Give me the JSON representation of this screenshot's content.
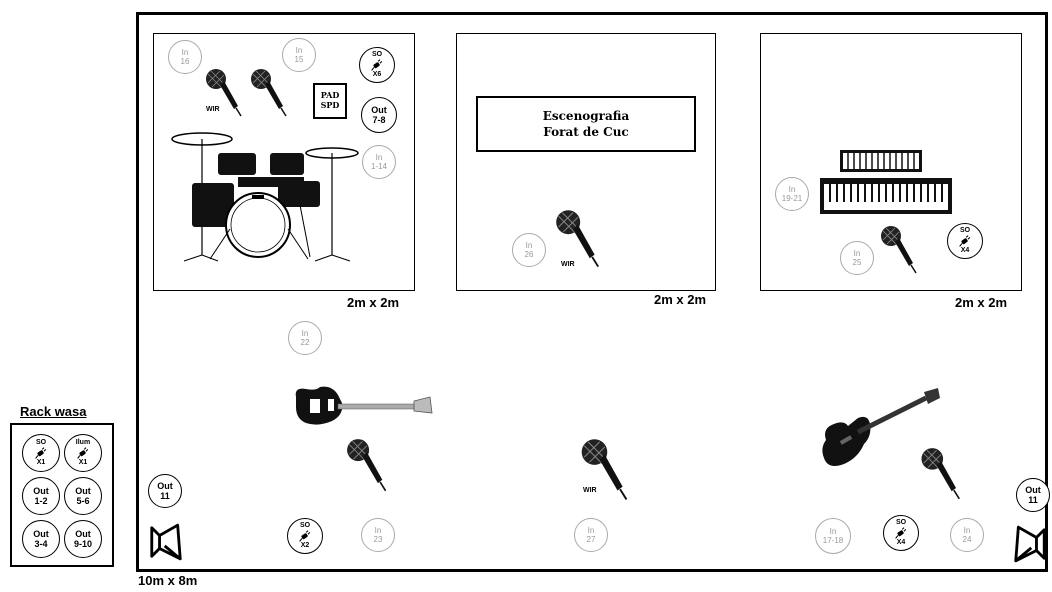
{
  "stage": {
    "size_label": "10m x 8m"
  },
  "risers": {
    "drums": {
      "size_label": "2m x 2m"
    },
    "center": {
      "size_label": "2m x 2m"
    },
    "keys": {
      "size_label": "2m x 2m"
    }
  },
  "scenography": {
    "line1": "Escenografia",
    "line2": "Forat de Cuc"
  },
  "pad": {
    "line1": "PAD",
    "line2": "SPD"
  },
  "wireless_label": "WIR",
  "inputs": {
    "in16": {
      "label": "In",
      "channel": "16"
    },
    "in15": {
      "label": "In",
      "channel": "15"
    },
    "in1_14": {
      "label": "In",
      "channel": "1-14"
    },
    "in26": {
      "label": "In",
      "channel": "26"
    },
    "in19_21": {
      "label": "In",
      "channel": "19-21"
    },
    "in25": {
      "label": "In",
      "channel": "25"
    },
    "in22": {
      "label": "In",
      "channel": "22"
    },
    "in23": {
      "label": "In",
      "channel": "23"
    },
    "in27": {
      "label": "In",
      "channel": "27"
    },
    "in17_18": {
      "label": "In",
      "channel": "17-18"
    },
    "in24": {
      "label": "In",
      "channel": "24"
    }
  },
  "outputs": {
    "out7_8": {
      "label": "Out",
      "channel": "7-8"
    },
    "out11_left": {
      "label": "Out",
      "channel": "11"
    },
    "out11_right": {
      "label": "Out",
      "channel": "11"
    }
  },
  "power": {
    "so_x6": {
      "label": "SO",
      "count": "X6"
    },
    "so_x4_keys": {
      "label": "SO",
      "count": "X4"
    },
    "so_x2": {
      "label": "SO",
      "count": "X2"
    },
    "so_x4_floor": {
      "label": "SO",
      "count": "X4"
    }
  },
  "rack": {
    "title": "Rack wasa",
    "so": {
      "label": "SO",
      "count": "X1"
    },
    "ilum": {
      "label": "Ilum",
      "count": "X1"
    },
    "out1_2": {
      "label": "Out",
      "channel": "1-2"
    },
    "out5_6": {
      "label": "Out",
      "channel": "5-6"
    },
    "out3_4": {
      "label": "Out",
      "channel": "3-4"
    },
    "out9_10": {
      "label": "Out",
      "channel": "9-10"
    }
  },
  "icons": {
    "microphone": "microphone-icon",
    "drum_kit": "drum-kit-icon",
    "keyboard": "keyboard-icon",
    "bass_guitar": "bass-guitar-icon",
    "electric_guitar": "electric-guitar-icon",
    "monitor": "monitor-wedge-icon",
    "power_plug": "power-plug-icon"
  }
}
